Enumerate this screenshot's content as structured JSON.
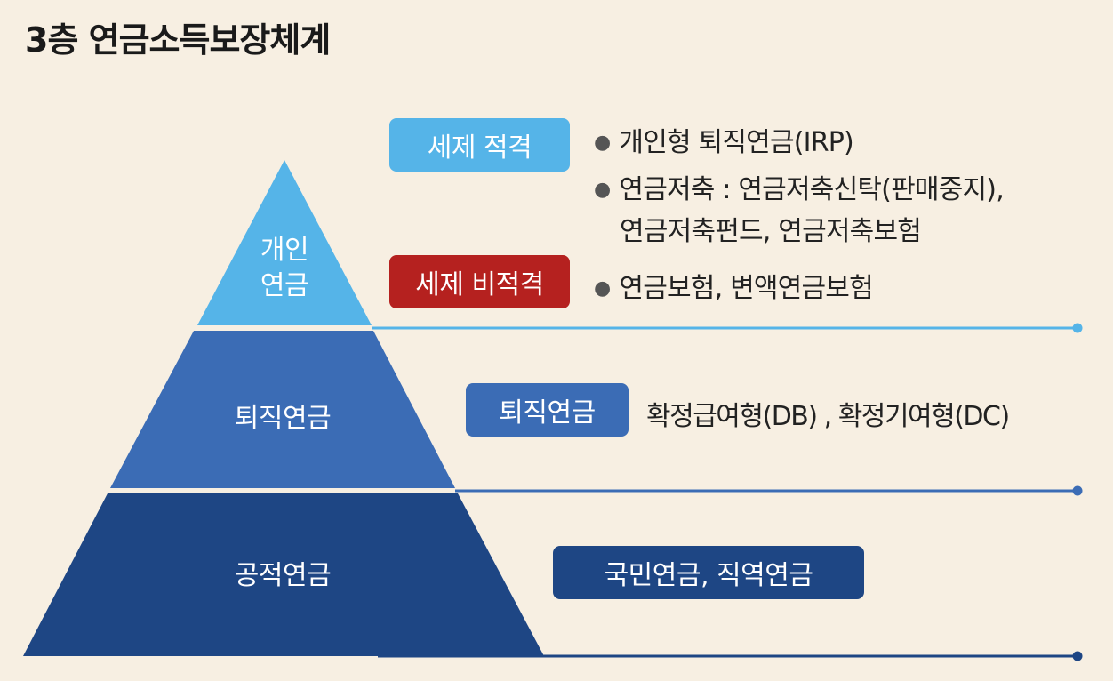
{
  "title": "3층 연금소득보장체계",
  "colors": {
    "background": "#f7efe2",
    "tier_top": "#55b4e8",
    "tier_middle": "#3b6cb5",
    "tier_bottom": "#1e4684",
    "badge_tax_eligible": "#55b4e8",
    "badge_tax_ineligible": "#b5211f",
    "badge_retirement": "#3b6cb5",
    "badge_public": "#1e4684"
  },
  "tiers": {
    "personal": {
      "label_line1": "개인",
      "label_line2": "연금",
      "tax_eligible_badge": "세제 적격",
      "tax_eligible_items": [
        "개인형 퇴직연금(IRP)",
        "연금저축 : 연금저축신탁(판매중지),",
        "연금저축펀드, 연금저축보험"
      ],
      "tax_ineligible_badge": "세제 비적격",
      "tax_ineligible_items": [
        "연금보험, 변액연금보험"
      ]
    },
    "retirement": {
      "label": "퇴직연금",
      "badge": "퇴직연금",
      "description": "확정급여형(DB) , 확정기여형(DC)"
    },
    "public": {
      "label": "공적연금",
      "badge": "국민연금, 직역연금"
    }
  }
}
